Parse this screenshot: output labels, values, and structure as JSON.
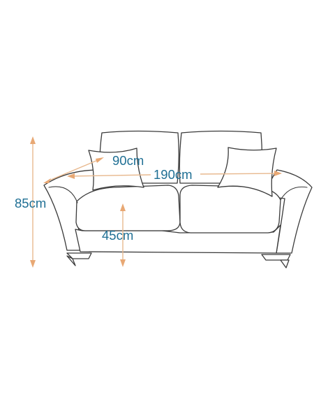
{
  "dimensions": {
    "height": "85cm",
    "depth": "90cm",
    "width": "190cm",
    "seat_height": "45cm"
  },
  "colors": {
    "dimension_line": "#e8b98f",
    "dimension_text": "#1f6f94",
    "outline": "#3a3a3a"
  }
}
